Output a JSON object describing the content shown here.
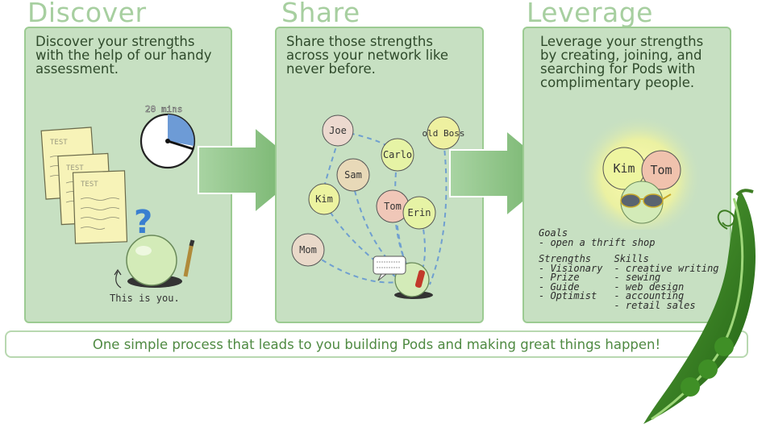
{
  "steps": [
    {
      "title": "Discover",
      "description": "Discover your strengths with the help of our handy assessment.",
      "timer_label": "20 mins",
      "test_label": "TEST",
      "you_label": "This is you."
    },
    {
      "title": "Share",
      "description": "Share those strengths across your network like never before.",
      "people": [
        "Joe",
        "Carlo",
        "Sam",
        "Kim",
        "Tom",
        "Erin",
        "Mom",
        "old Boss"
      ]
    },
    {
      "title": "Leverage",
      "description": "Leverage your strengths by creating, joining, and searching for Pods with complimentary people.",
      "pod_members": [
        "Kim",
        "Tom"
      ],
      "goals_heading": "Goals",
      "goals": [
        "- open a thrift shop"
      ],
      "strengths_heading": "Strengths",
      "strengths": [
        "- Visionary",
        "- Prize",
        "- Guide",
        "- Optimist"
      ],
      "skills_heading": "Skills",
      "skills": [
        "- creative writing",
        "- sewing",
        "- web design",
        "- accounting",
        "- retail sales"
      ]
    }
  ],
  "tagline": "One simple process that leads to you building Pods and making great things happen!",
  "colors": {
    "panel_bg": "#c7e0c2",
    "panel_border": "#9ccb92",
    "title": "#a7cfa0",
    "tagline_text": "#4f8a42",
    "arrow": "#8fc48a",
    "pea_pod": "#2f7a1f"
  }
}
